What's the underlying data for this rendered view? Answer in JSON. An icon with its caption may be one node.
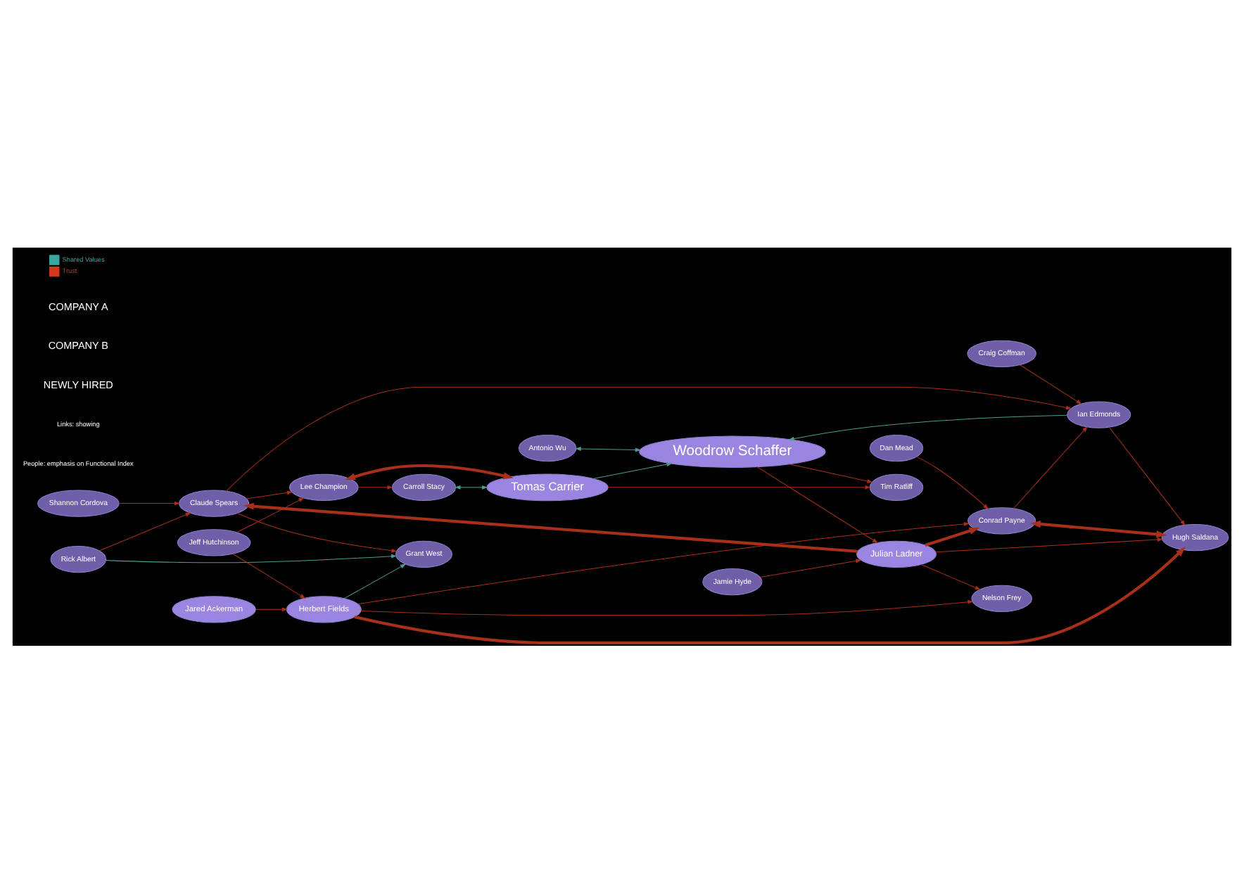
{
  "diagram": {
    "nodes": [
      {
        "text": [
          "Rick Albert"
        ]
      },
      {
        "text": [
          "Jared Ackerman"
        ]
      },
      {
        "text": [
          "Herbert Fields"
        ]
      },
      {
        "text": [
          "Claude Spears"
        ]
      },
      {
        "text": [
          "Dan Mead"
        ]
      },
      {
        "text": [
          "Julian Ladner"
        ]
      },
      {
        "text": [
          "Jeff Hutchinson"
        ]
      },
      {
        "text": [
          "Craig Coffman"
        ]
      },
      {
        "text": [
          "Shannon Cordova"
        ]
      },
      {
        "text": [
          "Nelson Frey"
        ]
      },
      {
        "text": [
          "Lee Champion"
        ]
      },
      {
        "text": [
          "Woodrow Schaffer"
        ]
      },
      {
        "text": [
          "Jamie Hyde"
        ]
      },
      {
        "text": [
          "Antonio Wu"
        ]
      },
      {
        "text": [
          "Tomas Carrier"
        ]
      },
      {
        "text": [
          "Tim Ratliff"
        ]
      },
      {
        "text": [
          "Carroll Stacy"
        ]
      },
      {
        "text": [
          "Conrad Payne"
        ]
      },
      {
        "text": [
          "Ian Edmonds"
        ]
      },
      {
        "text": [
          "Grant West"
        ]
      },
      {
        "text": [
          "Hugh Saldana"
        ]
      }
    ],
    "edges": [
      {
        "from": 5,
        "to": 9,
        "arrow": "to"
      },
      {
        "from": 2,
        "to": 9,
        "arrow": "to"
      },
      {
        "from": 3,
        "to": 10,
        "arrow": "to"
      },
      {
        "from": 6,
        "to": 10,
        "arrow": "to"
      },
      {
        "from": 10,
        "to": 14,
        "arrow": "both",
        "style": "thick"
      },
      {
        "from": 14,
        "to": 15,
        "arrow": "to"
      },
      {
        "from": 11,
        "to": 15,
        "arrow": "to"
      },
      {
        "from": 16,
        "to": 14,
        "arrow": "both",
        "color": "#4e9a96"
      },
      {
        "from": 13,
        "to": 11,
        "arrow": "both",
        "color": "#4e9a96"
      },
      {
        "from": 14,
        "to": 11,
        "arrow": "to",
        "color": "#4e9a96"
      },
      {
        "from": 12,
        "to": 5,
        "arrow": "to"
      },
      {
        "from": 11,
        "to": 5,
        "arrow": "to"
      },
      {
        "from": 18,
        "to": 11,
        "arrow": "to",
        "color": "#4e9a96"
      },
      {
        "from": 10,
        "to": 16,
        "arrow": "to"
      },
      {
        "from": 5,
        "to": 17,
        "arrow": "to",
        "style": "thick"
      },
      {
        "from": 2,
        "to": 17,
        "arrow": "to"
      },
      {
        "from": 3,
        "to": 18,
        "arrow": "to"
      },
      {
        "from": 2,
        "to": 19,
        "arrow": "to",
        "color": "#4e9a96"
      },
      {
        "from": 3,
        "to": 19,
        "arrow": "to"
      },
      {
        "from": 5,
        "to": 20,
        "arrow": "to"
      },
      {
        "from": 2,
        "to": 20,
        "arrow": "to",
        "style": "thick"
      },
      {
        "from": 17,
        "to": 20,
        "arrow": "both",
        "style": "thick"
      },
      {
        "from": 17,
        "to": 18,
        "arrow": "to"
      },
      {
        "from": 18,
        "to": 20,
        "arrow": "to"
      },
      {
        "from": 0,
        "to": 3,
        "arrow": "to"
      },
      {
        "from": 1,
        "to": 2,
        "arrow": "to"
      },
      {
        "from": 6,
        "to": 2,
        "arrow": "to"
      },
      {
        "from": 5,
        "to": 3,
        "arrow": "to",
        "style": "thick"
      },
      {
        "from": 8,
        "to": 3,
        "arrow": "to"
      },
      {
        "from": 4,
        "to": 17,
        "arrow": "to"
      },
      {
        "from": 0,
        "to": 19,
        "arrow": "to",
        "color": "#4e9a96"
      },
      {
        "from": 7,
        "to": 18,
        "arrow": "to"
      }
    ],
    "labels": [
      "People: emphasis on Functional Index",
      "Links: showing",
      "NEWLY HIRED",
      "COMPANY B",
      "COMPANY A"
    ],
    "legend": [
      {
        "text": "Shared Values",
        "color": "#3aa6a0"
      },
      {
        "text": "Trust",
        "color": "#d0391b"
      }
    ]
  }
}
